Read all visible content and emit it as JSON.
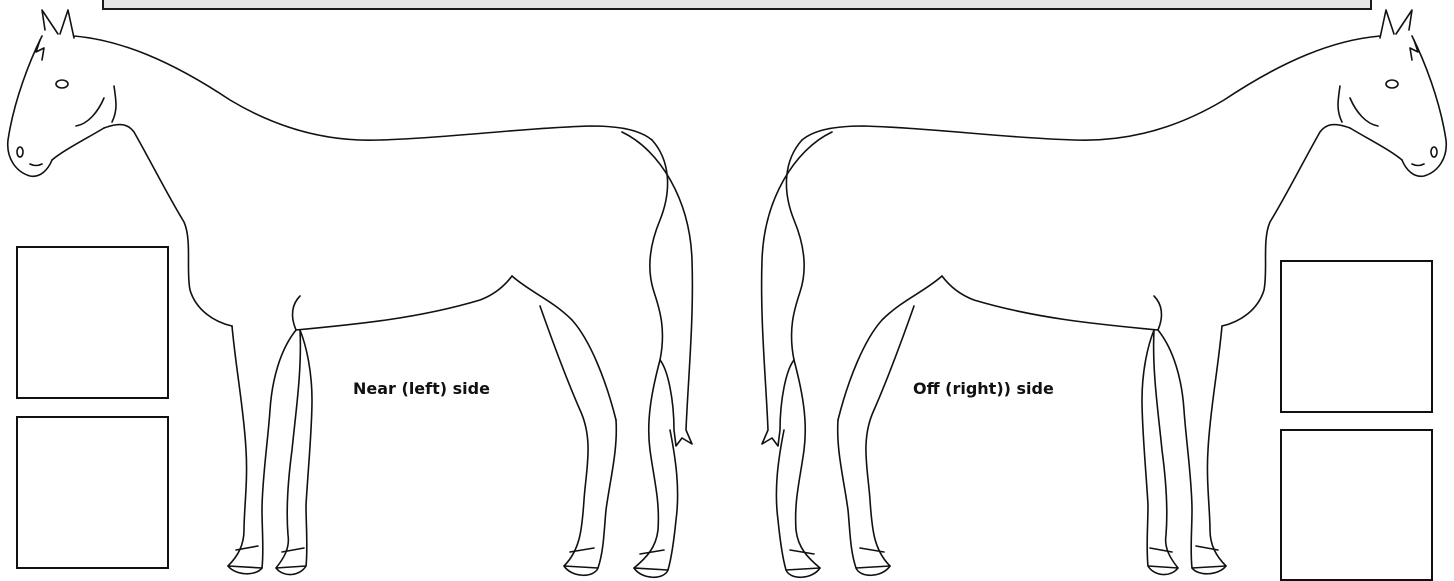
{
  "labels": {
    "near_side": "Near (left) side",
    "off_side": "Off (right)) side"
  },
  "colors": {
    "outline": "#111111",
    "top_panel_fill": "#e6e6e6",
    "background": "#ffffff"
  },
  "marking_boxes": {
    "near_side_count": 2,
    "off_side_count": 2
  }
}
